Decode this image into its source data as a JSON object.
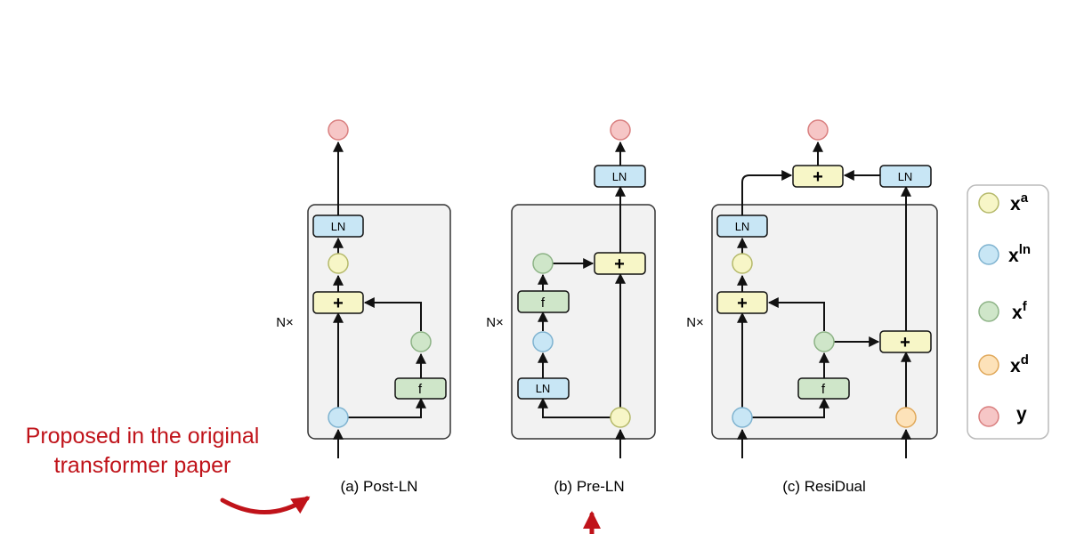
{
  "panels": [
    {
      "caption": "(a) Post-LN",
      "repeat_label": "N×"
    },
    {
      "caption": "(b) Pre-LN",
      "repeat_label": "N×"
    },
    {
      "caption": "(c) ResiDual",
      "repeat_label": "N×"
    }
  ],
  "block_labels": {
    "ln": "LN",
    "add": "+",
    "f": "f"
  },
  "legend": {
    "items": [
      {
        "label": "x",
        "sup": "a",
        "color": "#f7f6c7",
        "stroke": "#b5b96a"
      },
      {
        "label": "x",
        "sup": "ln",
        "color": "#c8e6f5",
        "stroke": "#7fb3d0"
      },
      {
        "label": "x",
        "sup": "f",
        "color": "#cfe6c9",
        "stroke": "#8db386"
      },
      {
        "label": "x",
        "sup": "d",
        "color": "#fde2b9",
        "stroke": "#e0a85a"
      },
      {
        "label": "y",
        "sup": "",
        "color": "#f6c6c6",
        "stroke": "#d97f7f"
      }
    ]
  },
  "annotation": {
    "lines": [
      "Proposed in the original",
      "transformer paper"
    ],
    "color": "#c0131a"
  },
  "colors": {
    "ln_fill": "#c8e6f5",
    "add_fill": "#f7f6c7",
    "f_fill": "#cfe6c9",
    "panel_fill": "#f2f2f2",
    "panel_stroke": "#333333"
  }
}
